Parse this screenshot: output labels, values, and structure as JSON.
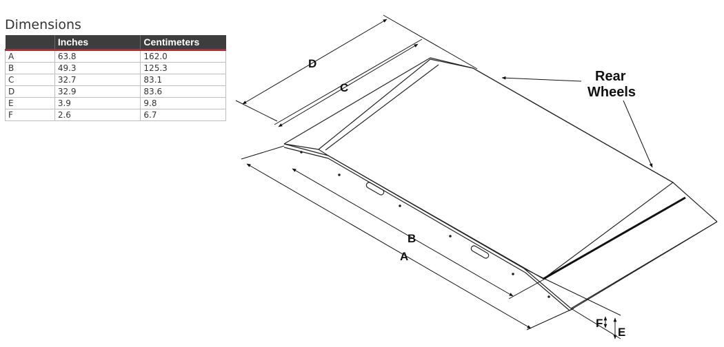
{
  "panel": {
    "title": "Dimensions",
    "columns": [
      "",
      "Inches",
      "Centimeters"
    ],
    "rows": [
      {
        "label": "A",
        "inches": "63.8",
        "centimeters": "162.0"
      },
      {
        "label": "B",
        "inches": "49.3",
        "centimeters": "125.3"
      },
      {
        "label": "C",
        "inches": "32.7",
        "centimeters": "83.1"
      },
      {
        "label": "D",
        "inches": "32.9",
        "centimeters": "83.6"
      },
      {
        "label": "E",
        "inches": "3.9",
        "centimeters": "9.8"
      },
      {
        "label": "F",
        "inches": "2.6",
        "centimeters": "6.7"
      }
    ],
    "colors": {
      "header_bg": "#3d3d3d",
      "header_rule": "#d0202e"
    }
  },
  "drawing": {
    "labels": {
      "a": "A",
      "b": "B",
      "c": "C",
      "d": "D",
      "e": "E",
      "f": "F"
    },
    "callout_line1": "Rear",
    "callout_line2": "Wheels"
  }
}
